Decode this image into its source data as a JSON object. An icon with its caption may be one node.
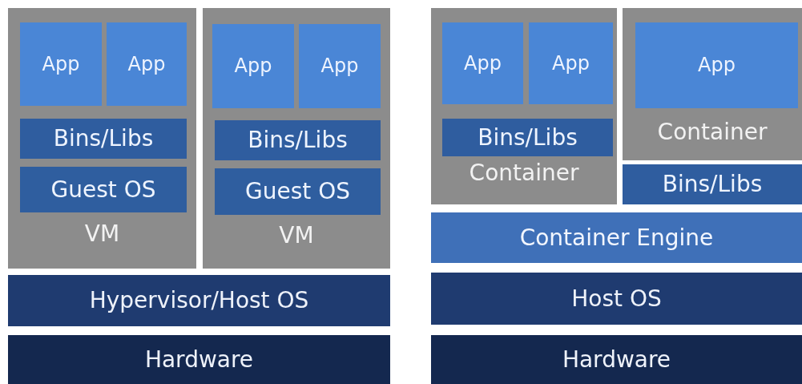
{
  "diagram": {
    "nodes": [
      {
        "text": [
          "VM"
        ]
      },
      {
        "text": [
          "App"
        ],
        "in": 0
      },
      {
        "text": [
          "App"
        ],
        "in": 0
      },
      {
        "text": [
          "Bins/Libs"
        ],
        "in": 0
      },
      {
        "text": [
          "Guest OS"
        ],
        "in": 0
      },
      {
        "text": [
          "VM"
        ]
      },
      {
        "text": [
          "App"
        ],
        "in": 5
      },
      {
        "text": [
          "App"
        ],
        "in": 5
      },
      {
        "text": [
          "Bins/Libs"
        ],
        "in": 5
      },
      {
        "text": [
          "Guest OS"
        ],
        "in": 5
      },
      {
        "text": [
          "Hypervisor/Host OS"
        ]
      },
      {
        "text": [
          "Hardware"
        ]
      },
      {
        "text": [
          "Container"
        ]
      },
      {
        "text": [
          "App"
        ],
        "in": 12
      },
      {
        "text": [
          "App"
        ],
        "in": 12
      },
      {
        "text": [
          "Bins/Libs"
        ],
        "in": 12
      },
      {
        "text": [
          "Container"
        ]
      },
      {
        "text": [
          "App"
        ],
        "in": 16
      },
      {
        "text": [
          "Bins/Libs"
        ]
      },
      {
        "text": [
          "Container Engine"
        ]
      },
      {
        "text": [
          "Host OS"
        ]
      },
      {
        "text": [
          "Hardware"
        ]
      }
    ]
  }
}
